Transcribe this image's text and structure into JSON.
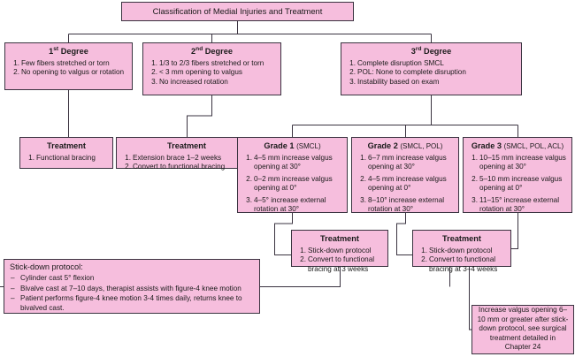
{
  "diagram": {
    "type": "flowchart",
    "title": "Classification of Medial Injuries and Treatment",
    "box_fill_color": "#f6bedd",
    "border_color": "#3a3340"
  },
  "classification": {
    "label": "Classification of Medial Injuries and Treatment"
  },
  "degree1": {
    "title_prefix": "1",
    "title_sup": "st",
    "title_suffix": " Degree",
    "items": [
      "Few fibers stretched or torn",
      "No opening to valgus or rotation"
    ]
  },
  "degree2": {
    "title_prefix": "2",
    "title_sup": "nd",
    "title_suffix": " Degree",
    "items": [
      "1/3 to 2/3 fibers stretched or torn",
      "< 3 mm opening to valgus",
      "No increased rotation"
    ]
  },
  "degree3": {
    "title_prefix": "3",
    "title_sup": "rd",
    "title_suffix": " Degree",
    "items": [
      "Complete disruption SMCL",
      "POL: None to complete disruption",
      "Instability based on exam"
    ]
  },
  "treatment1": {
    "title": "Treatment",
    "items": [
      "Functional bracing"
    ]
  },
  "treatment2": {
    "title": "Treatment",
    "items": [
      "Extension brace 1–2 weeks",
      "Convert to functional bracing"
    ]
  },
  "grade1": {
    "title": "Grade 1",
    "title_sub": "(SMCL)",
    "items": [
      "4–5 mm increase valgus opening at 30°",
      "0–2 mm increase valgus opening at 0°",
      "4–5° increase external rotation at 30°"
    ]
  },
  "grade2": {
    "title": "Grade 2",
    "title_sub": "(SMCL, POL)",
    "items": [
      "6–7 mm increase valgus opening at 30°",
      "4–5 mm increase valgus opening at 0°",
      "8–10° increase external rotation at 30°"
    ]
  },
  "grade3": {
    "title": "Grade 3",
    "title_sub": "(SMCL, POL, ACL)",
    "items": [
      "10–15 mm increase valgus opening at 30°",
      "5–10 mm increase valgus opening at 0°",
      "11–15° increase external rotation at 30°"
    ]
  },
  "treatment3": {
    "title": "Treatment",
    "items": [
      "Stick-down protocol",
      "Convert to functional bracing at 3 weeks"
    ]
  },
  "treatment4": {
    "title": "Treatment",
    "items": [
      "Stick-down protocol",
      "Convert to functional bracing at 3–4 weeks"
    ]
  },
  "protocol": {
    "title": "Stick-down protocol:",
    "items": [
      "Cylinder cast 5° flexion",
      "Bivalve cast at 7–10 days, therapist assists with figure-4 knee motion",
      "Patient performs figure-4 knee motion 3-4 times daily, returns knee to bivalved cast."
    ]
  },
  "chapter_note": {
    "text": "Increase valgus opening 6–10 mm or greater after stick-down protocol, see surgical treatment detailed in Chapter 24"
  }
}
